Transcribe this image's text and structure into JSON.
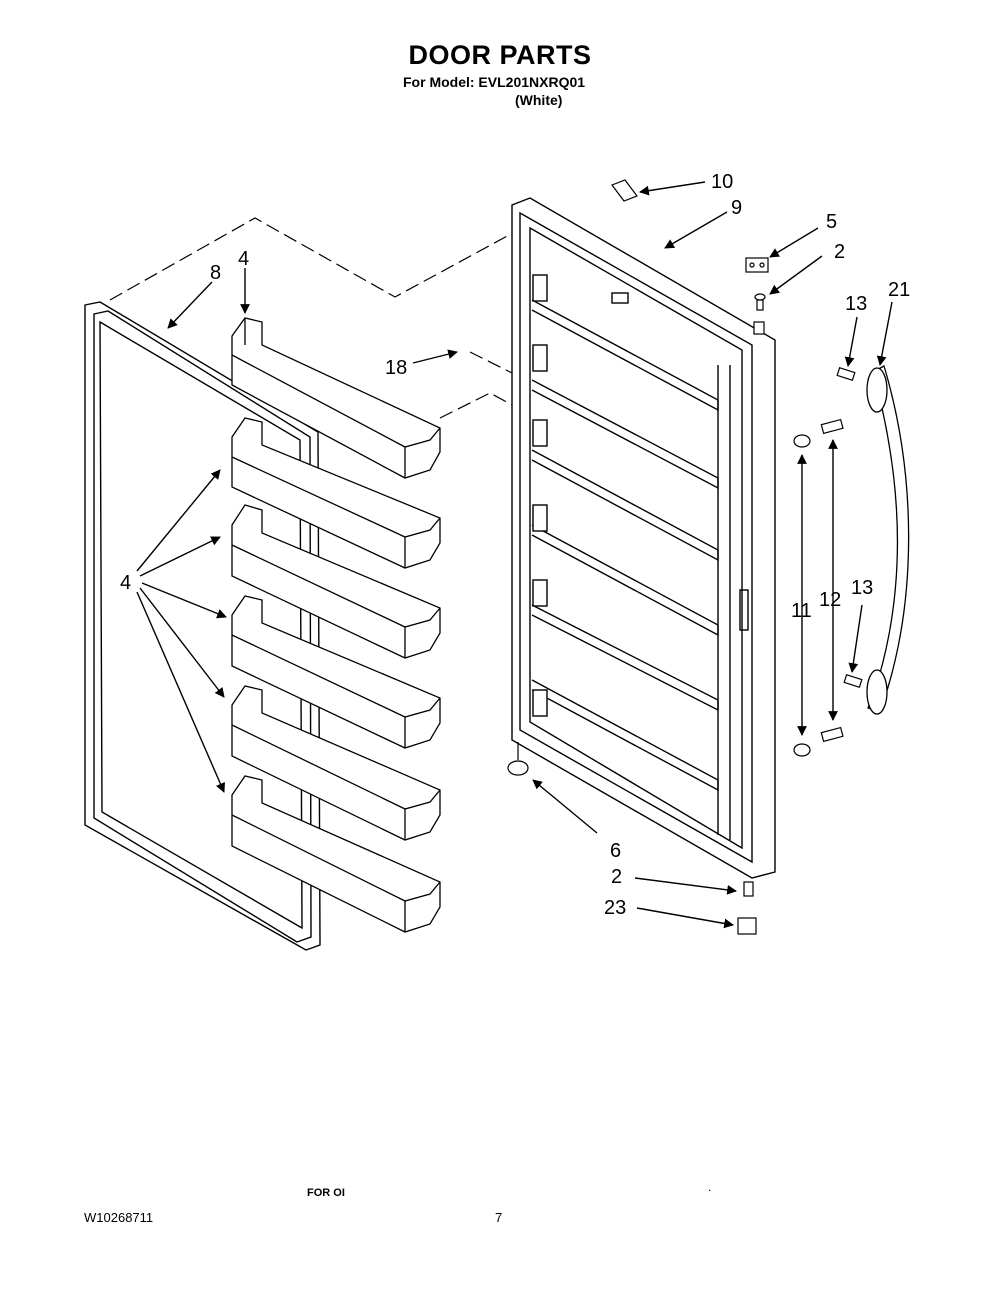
{
  "header": {
    "title": "DOOR PARTS",
    "model_line": "For Model: EVL201NXRQ01",
    "color_line": "(White)"
  },
  "callouts": {
    "c10": "10",
    "c9": "9",
    "c5": "5",
    "c2_top": "2",
    "c13_top": "13",
    "c21": "21",
    "c8": "8",
    "c4_top": "4",
    "c18": "18",
    "c4_left": "4",
    "c11": "11",
    "c12": "12",
    "c13_bot": "13",
    "c6": "6",
    "c2_bot": "2",
    "c23": "23"
  },
  "footer": {
    "doc_number": "W10268711",
    "page_number": "7",
    "mid_text": "FOR OI",
    "dot": "."
  }
}
